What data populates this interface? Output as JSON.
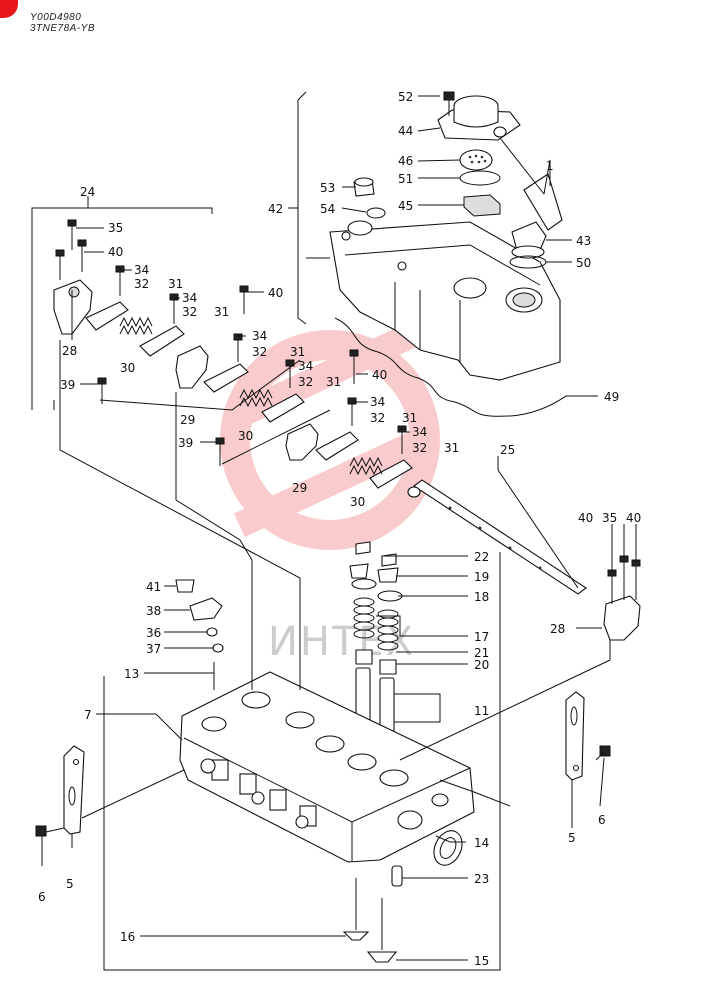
{
  "header": {
    "drawing_id": "Y00D4980",
    "model": "3TNE78A-YB"
  },
  "watermark": {
    "text": "ИНТЕХ",
    "color": "#e8171c"
  },
  "callouts": [
    {
      "id": "c52",
      "label": "52"
    },
    {
      "id": "c44",
      "label": "44"
    },
    {
      "id": "c46",
      "label": "46"
    },
    {
      "id": "c51",
      "label": "51"
    },
    {
      "id": "c1",
      "label": "1"
    },
    {
      "id": "c53",
      "label": "53"
    },
    {
      "id": "c54",
      "label": "54"
    },
    {
      "id": "c45",
      "label": "45"
    },
    {
      "id": "c42",
      "label": "42"
    },
    {
      "id": "c43",
      "label": "43"
    },
    {
      "id": "c50",
      "label": "50"
    },
    {
      "id": "c49",
      "label": "49"
    },
    {
      "id": "c24",
      "label": "24"
    },
    {
      "id": "c35a",
      "label": "35"
    },
    {
      "id": "c40a",
      "label": "40"
    },
    {
      "id": "c34a",
      "label": "34"
    },
    {
      "id": "c32a",
      "label": "32"
    },
    {
      "id": "c31a",
      "label": "31"
    },
    {
      "id": "c34b",
      "label": "34"
    },
    {
      "id": "c32b",
      "label": "32"
    },
    {
      "id": "c31b",
      "label": "31"
    },
    {
      "id": "c40b",
      "label": "40"
    },
    {
      "id": "c28a",
      "label": "28"
    },
    {
      "id": "c30a",
      "label": "30"
    },
    {
      "id": "c34c",
      "label": "34"
    },
    {
      "id": "c32c",
      "label": "32"
    },
    {
      "id": "c31c",
      "label": "31"
    },
    {
      "id": "c34d",
      "label": "34"
    },
    {
      "id": "c32d",
      "label": "32"
    },
    {
      "id": "c31d",
      "label": "31"
    },
    {
      "id": "c40c",
      "label": "40"
    },
    {
      "id": "c39a",
      "label": "39"
    },
    {
      "id": "c29a",
      "label": "29"
    },
    {
      "id": "c30b",
      "label": "30"
    },
    {
      "id": "c34e",
      "label": "34"
    },
    {
      "id": "c32e",
      "label": "32"
    },
    {
      "id": "c31e",
      "label": "31"
    },
    {
      "id": "c34f",
      "label": "34"
    },
    {
      "id": "c32f",
      "label": "32"
    },
    {
      "id": "c31f",
      "label": "31"
    },
    {
      "id": "c39b",
      "label": "39"
    },
    {
      "id": "c29b",
      "label": "29"
    },
    {
      "id": "c30c",
      "label": "30"
    },
    {
      "id": "c25",
      "label": "25"
    },
    {
      "id": "c40d",
      "label": "40"
    },
    {
      "id": "c35b",
      "label": "35"
    },
    {
      "id": "c40e",
      "label": "40"
    },
    {
      "id": "c22",
      "label": "22"
    },
    {
      "id": "c19",
      "label": "19"
    },
    {
      "id": "c18",
      "label": "18"
    },
    {
      "id": "c41",
      "label": "41"
    },
    {
      "id": "c38",
      "label": "38"
    },
    {
      "id": "c36",
      "label": "36"
    },
    {
      "id": "c37",
      "label": "37"
    },
    {
      "id": "c28b",
      "label": "28"
    },
    {
      "id": "c17",
      "label": "17"
    },
    {
      "id": "c21",
      "label": "21"
    },
    {
      "id": "c20",
      "label": "20"
    },
    {
      "id": "c13",
      "label": "13"
    },
    {
      "id": "c7",
      "label": "7"
    },
    {
      "id": "c11",
      "label": "11"
    },
    {
      "id": "c5a",
      "label": "5"
    },
    {
      "id": "c6a",
      "label": "6"
    },
    {
      "id": "c14",
      "label": "14"
    },
    {
      "id": "c23",
      "label": "23"
    },
    {
      "id": "c6b",
      "label": "6"
    },
    {
      "id": "c5b",
      "label": "5"
    },
    {
      "id": "c16",
      "label": "16"
    },
    {
      "id": "c15",
      "label": "15"
    }
  ]
}
